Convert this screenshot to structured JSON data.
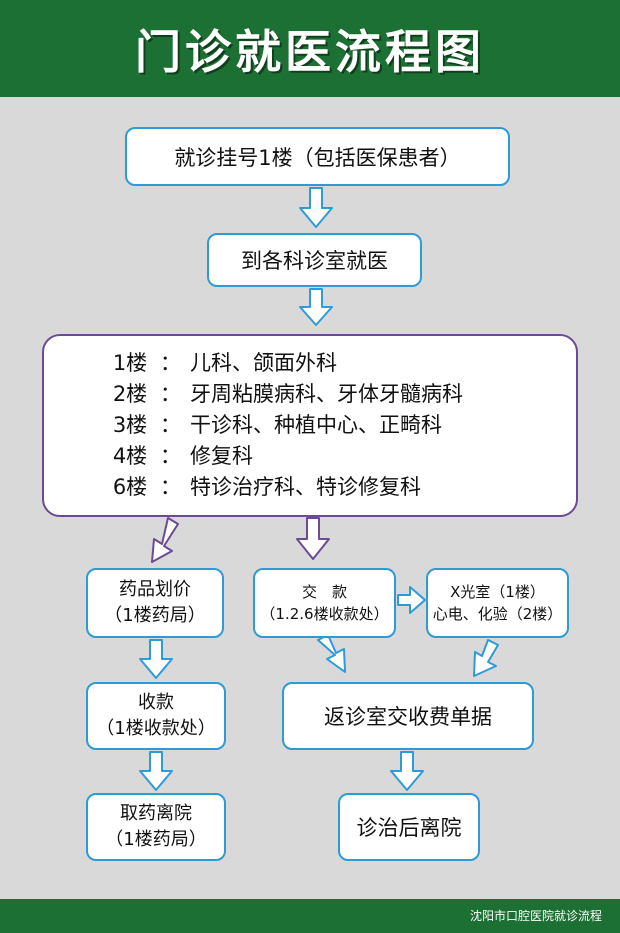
{
  "header": {
    "title": "门诊就医流程图"
  },
  "steps": {
    "register": "就诊挂号1楼（包括医保患者）",
    "department": "到各科诊室就医",
    "floors": [
      {
        "floor": "1楼",
        "colon": "：",
        "depts": "儿科、颌面外科"
      },
      {
        "floor": "2楼",
        "colon": "：",
        "depts": "牙周粘膜病科、牙体牙髓病科"
      },
      {
        "floor": "3楼",
        "colon": "：",
        "depts": "干诊科、种植中心、正畸科"
      },
      {
        "floor": "4楼",
        "colon": "：",
        "depts": "修复科"
      },
      {
        "floor": "6楼",
        "colon": "：",
        "depts": "特诊治疗科、特诊修复科"
      }
    ],
    "pricing": {
      "line1": "药品划价",
      "line2": "（1楼药局）"
    },
    "payment": {
      "line1": "交　款",
      "line2": "（1.2.6楼收款处）"
    },
    "exams": {
      "line1": "X光室（1楼）",
      "line2": "心电、化验（2楼）"
    },
    "collect": {
      "line1": "收款",
      "line2": "（1楼收款处）"
    },
    "return_receipt": "返诊室交收费单据",
    "leave_left": {
      "line1": "取药离院",
      "line2": "（1楼药局）"
    },
    "leave_right": "诊治后离院"
  },
  "footer": {
    "note": "沈阳市口腔医院就诊流程"
  },
  "colors": {
    "header_green": "#1d7034",
    "background": "#d9d9d9",
    "box_border": "#2e9bd6",
    "floors_border": "#6c4a94",
    "arrow_fill": "#ffffff"
  }
}
